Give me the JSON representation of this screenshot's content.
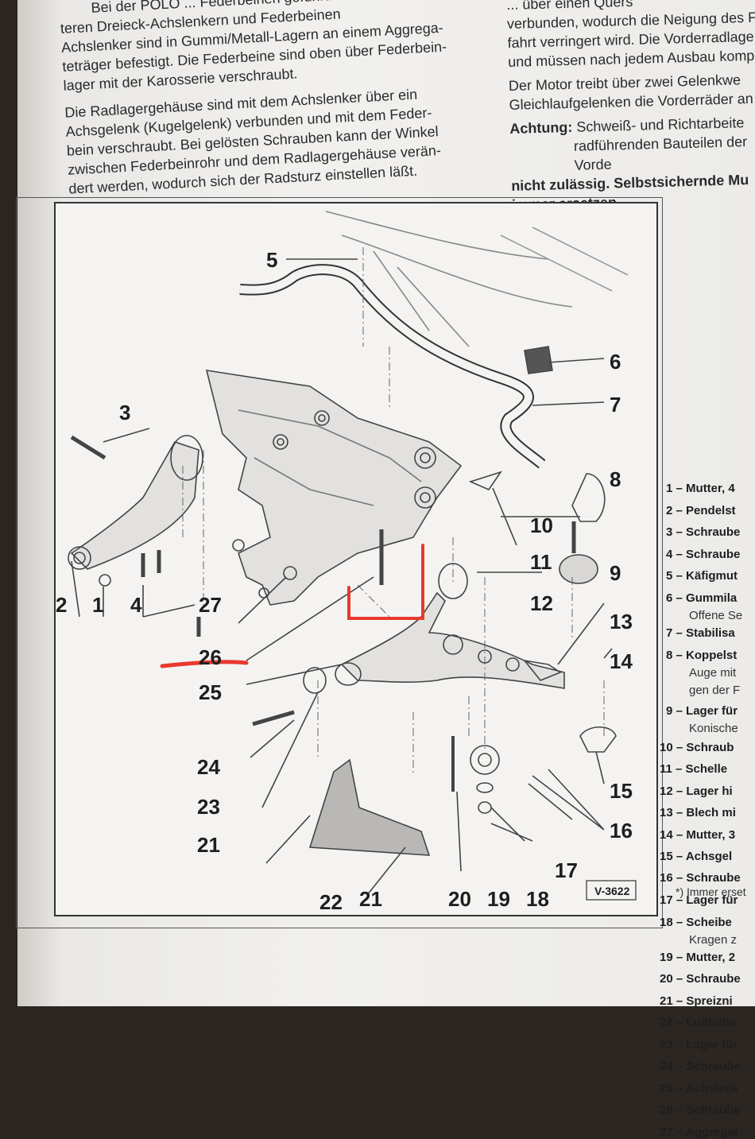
{
  "left_text": {
    "p1_line0": "Bei der POLO ... Federbeinen geführt. Die",
    "p1_line1": "teren Dreieck-Achslenkern und Federbeinen",
    "p1_line2": "Achslenker sind in Gummi/Metall-Lagern an einem Aggrega-",
    "p1_line3": "teträger befestigt. Die Federbeine sind oben über Federbein-",
    "p1_line4": "lager mit der Karosserie verschraubt.",
    "p2_line1": "Die Radlagergehäuse sind mit dem Achslenker über ein",
    "p2_line2": "Achsgelenk (Kugelgelenk) verbunden und mit dem Feder-",
    "p2_line3": "bein verschraubt. Bei gelösten Schrauben kann der Winkel",
    "p2_line4": "zwischen Federbeinrohr und dem Radlagergehäuse verän-",
    "p2_line5": "dert werden, wodurch sich der Radsturz einstellen läßt."
  },
  "right_text": {
    "l0": "... über einen Quers",
    "l1": "verbunden, wodurch die Neigung des F",
    "l2": "fahrt verringert wird. Die Vorderradlage",
    "l3": "und müssen nach jedem Ausbau komple",
    "l4": "Der Motor treibt über zwei Gelenkwe",
    "l5": "Gleichlaufgelenken die Vorderräder an",
    "warn_label": "Achtung:",
    "l6": " Schweiß- und Richtarbeite",
    "l7": "radführenden Bauteilen der Vorde",
    "l8": "nicht zulässig. Selbstsichernde Mu",
    "l9": "immer ersetzen."
  },
  "figure": {
    "figure_id": "V-3622",
    "callouts": [
      "1",
      "2",
      "3",
      "4",
      "5",
      "6",
      "7",
      "8",
      "9",
      "10",
      "11",
      "12",
      "13",
      "14",
      "15",
      "16",
      "17",
      "18",
      "19",
      "20",
      "21",
      "21",
      "22",
      "23",
      "24",
      "25",
      "26",
      "27"
    ]
  },
  "legend": {
    "items": [
      {
        "num": "1",
        "label": "Mutter, 4"
      },
      {
        "num": "2",
        "label": "Pendelst"
      },
      {
        "num": "3",
        "label": "Schraube"
      },
      {
        "num": "4",
        "label": "Schraube"
      },
      {
        "num": "5",
        "label": "Käfigmut"
      },
      {
        "num": "6",
        "label": "Gummila",
        "sub": "Offene Se"
      },
      {
        "num": "7",
        "label": "Stabilisa"
      },
      {
        "num": "8",
        "label": "Koppelst",
        "sub": "Auge mit",
        "sub2": "gen der F"
      },
      {
        "num": "9",
        "label": "Lager für",
        "sub": "Konische"
      },
      {
        "num": "10",
        "label": "Schraub"
      },
      {
        "num": "11",
        "label": "Schelle"
      },
      {
        "num": "12",
        "label": "Lager hi"
      },
      {
        "num": "13",
        "label": "Blech mi"
      },
      {
        "num": "14",
        "label": "Mutter, 3"
      },
      {
        "num": "15",
        "label": "Achsgel"
      },
      {
        "num": "16",
        "label": "Schraube"
      },
      {
        "num": "17",
        "label": "Lager für"
      },
      {
        "num": "18",
        "label": "Scheibe",
        "sub": "Kragen z"
      },
      {
        "num": "19",
        "label": "Mutter, 2"
      },
      {
        "num": "20",
        "label": "Schraube"
      },
      {
        "num": "21",
        "label": "Spreizni"
      },
      {
        "num": "22",
        "label": "Luftleitte"
      },
      {
        "num": "23",
        "label": "Lager für"
      },
      {
        "num": "24",
        "label": "Schraube"
      },
      {
        "num": "25",
        "label": "Achslenk"
      },
      {
        "num": "26",
        "label": "Schraube"
      },
      {
        "num": "27",
        "label": "Aggregat"
      }
    ],
    "footnote": "*) Immer erset"
  },
  "annotation_color": "#e8392f"
}
